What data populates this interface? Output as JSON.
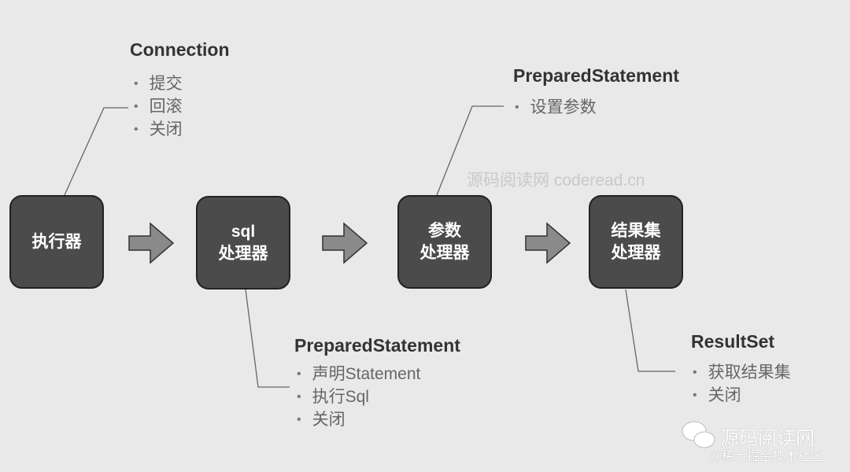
{
  "boxes": [
    {
      "label1": "执行器",
      "label2": ""
    },
    {
      "label1": "sql",
      "label2": "处理器"
    },
    {
      "label1": "参数",
      "label2": "处理器"
    },
    {
      "label1": "结果集",
      "label2": "处理器"
    }
  ],
  "callouts": {
    "connection": {
      "title": "Connection",
      "items": [
        "提交",
        "回滚",
        "关闭"
      ]
    },
    "param": {
      "title": "PreparedStatement",
      "items": [
        "设置参数"
      ]
    },
    "sql": {
      "title": "PreparedStatement",
      "items": [
        "声明Statement",
        "执行Sql",
        "关闭"
      ]
    },
    "result": {
      "title": "ResultSet",
      "items": [
        "获取结果集",
        "关闭"
      ]
    }
  },
  "watermark": {
    "center": "源码阅读网 coderead.cn",
    "brand": "源码阅读网",
    "community": "@稀土掘金技术社区"
  }
}
